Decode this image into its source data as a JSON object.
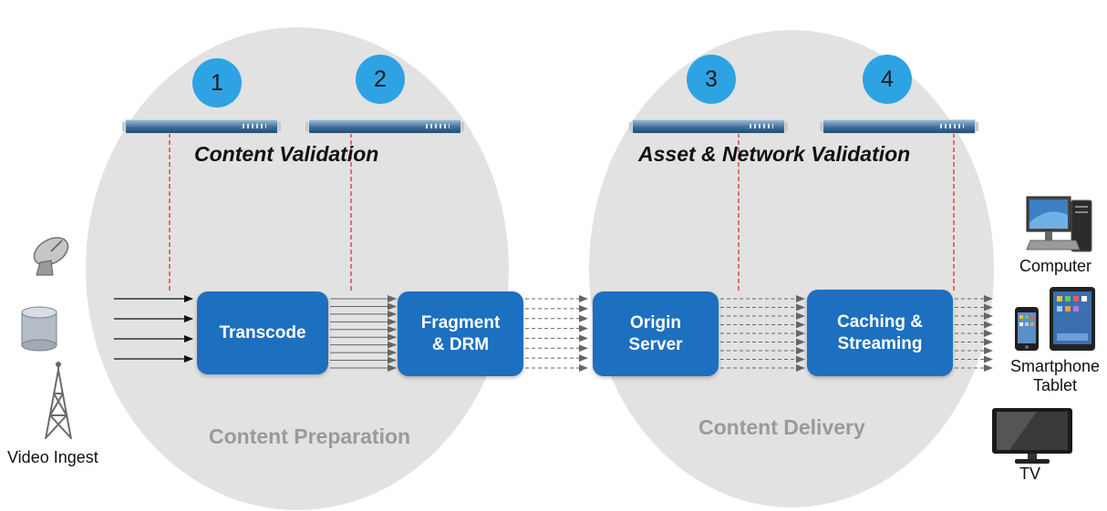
{
  "steps": [
    "1",
    "2",
    "3",
    "4"
  ],
  "validation": {
    "content": "Content Validation",
    "asset_network": "Asset & Network Validation"
  },
  "sections": {
    "preparation": "Content Preparation",
    "delivery": "Content Delivery"
  },
  "ingest": {
    "label": "Video Ingest",
    "icons": [
      "satellite-dish-icon",
      "storage-cylinder-icon",
      "broadcast-tower-icon"
    ]
  },
  "boxes": {
    "transcode": "Transcode",
    "fragment": [
      "Fragment",
      "& DRM"
    ],
    "origin": [
      "Origin",
      "Server"
    ],
    "caching": [
      "Caching &",
      "Streaming"
    ]
  },
  "devices": {
    "computer": "Computer",
    "smartphone": "Smartphone",
    "tablet": "Tablet",
    "tv": "TV"
  },
  "colors": {
    "badge": "#2ea3e3",
    "box": "#1d6fbf",
    "ellipse": "#e2e2e2",
    "probe_line": "#e0312f"
  }
}
